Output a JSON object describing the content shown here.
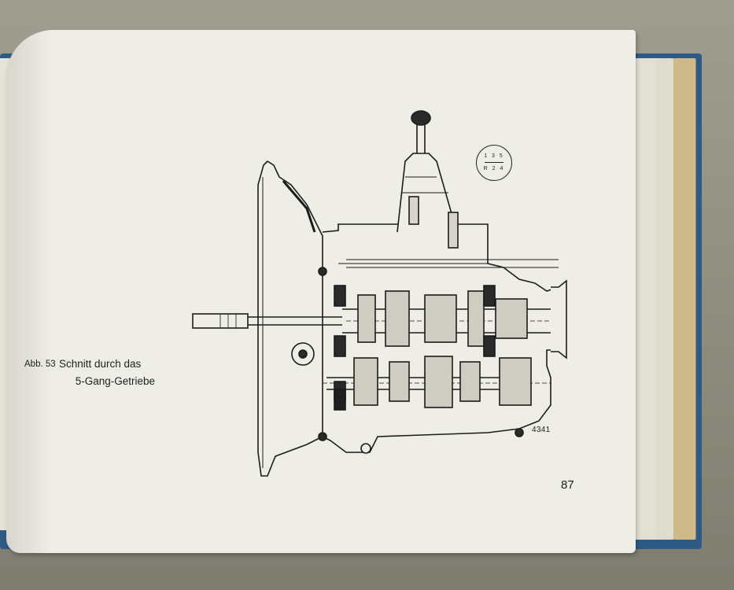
{
  "caption": {
    "figure_label": "Abb. 53",
    "line1": "Schnitt durch das",
    "line2": "5-Gang-Getriebe"
  },
  "page_number": "87",
  "figure_number": "4341",
  "shift_pattern": {
    "top": "1 3 5",
    "bottom": "R 2 4"
  }
}
